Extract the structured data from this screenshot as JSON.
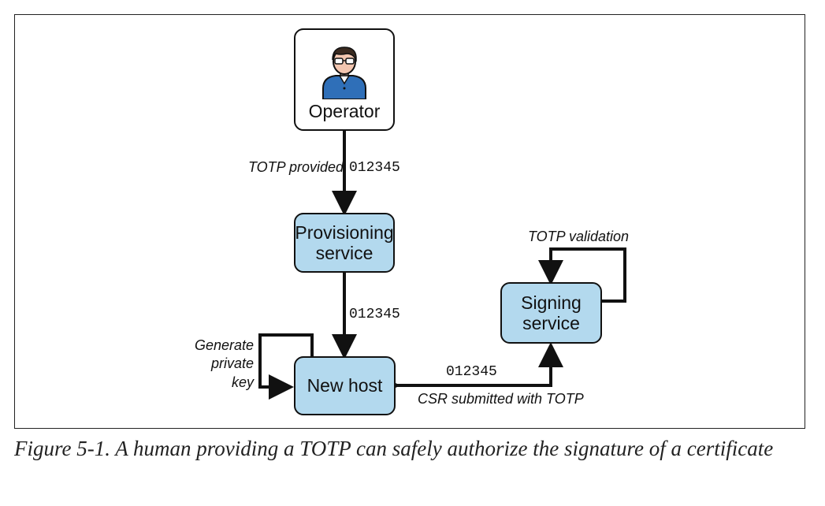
{
  "nodes": {
    "operator": "Operator",
    "provisioning": "Provisioning\nservice",
    "signing": "Signing\nservice",
    "new_host": "New host"
  },
  "edge_labels": {
    "totp_provided": "TOTP provided",
    "code_operator": "012345",
    "code_provisioning": "012345",
    "code_csr": "012345",
    "csr_submitted": "CSR submitted with TOTP",
    "totp_validation": "TOTP validation",
    "generate_key": "Generate\nprivate\nkey"
  },
  "icons": {
    "operator": "person-icon"
  },
  "colors": {
    "box_fill": "#b3d9ee",
    "stroke": "#111111"
  },
  "caption": "Figure 5-1. A human providing a TOTP can safely authorize the signature of a certificate"
}
